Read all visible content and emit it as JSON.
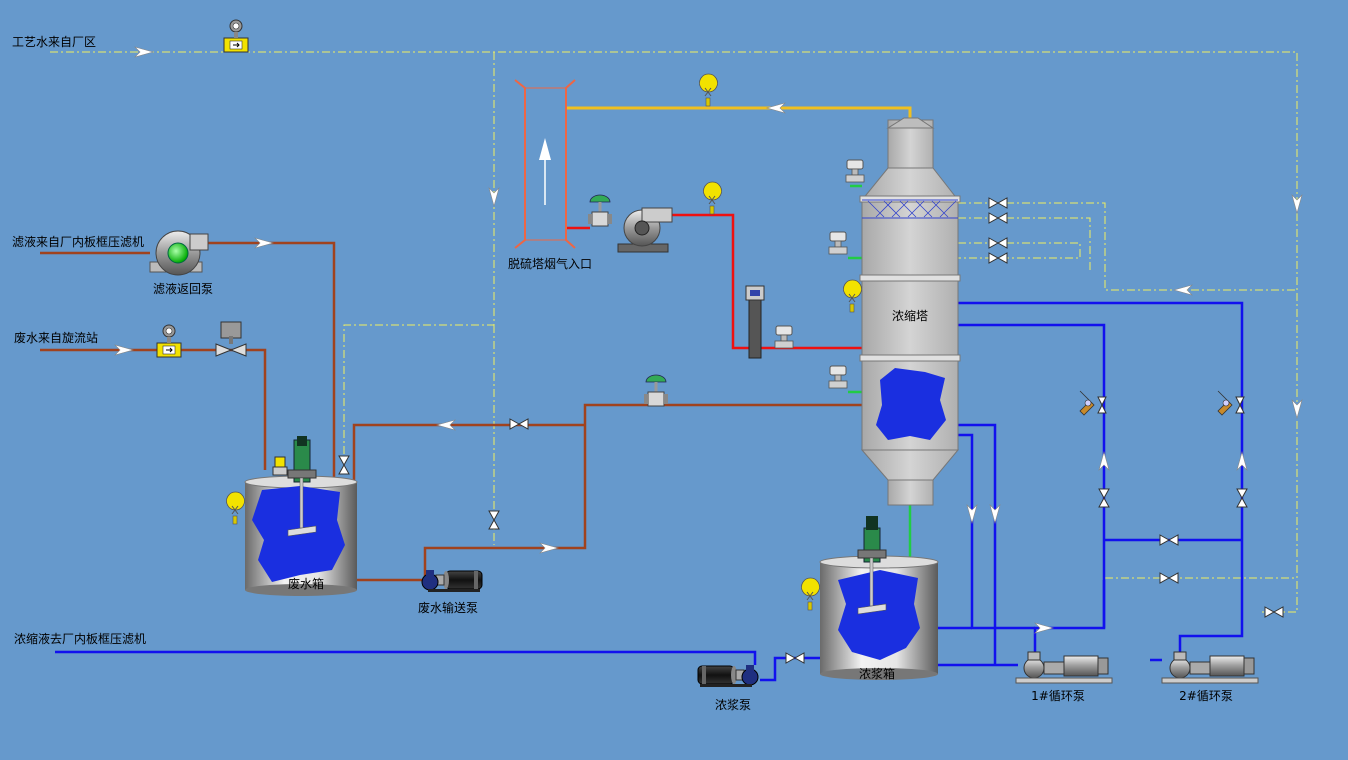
{
  "labels": {
    "process_water_source": "工艺水来自厂区",
    "filtrate_source": "滤液来自厂内板框压滤机",
    "wastewater_source": "废水来自旋流站",
    "concentrate_out": "浓缩液去厂内板框压滤机",
    "flue_gas_inlet": "脱硫塔烟气入口",
    "filtrate_return_pump": "滤液返回泵",
    "wastewater_tank": "废水箱",
    "wastewater_transfer_pump": "废水输送泵",
    "concentration_tower": "浓缩塔",
    "slurry_tank": "浓浆箱",
    "slurry_pump": "浓浆泵",
    "circ_pump_1": "1#循环泵",
    "circ_pump_2": "2#循环泵"
  },
  "colors": {
    "background": "#6699cc",
    "wastewater_line": "#a0421e",
    "concentrate_line": "#1111ee",
    "flue_gas_line": "#ee1111",
    "exhaust_line": "#f0c020",
    "process_water_line": "#f0f060",
    "drain_line": "#22cc44",
    "tower_body": "#c8c8c8",
    "liquid": "#1a2fe0"
  }
}
